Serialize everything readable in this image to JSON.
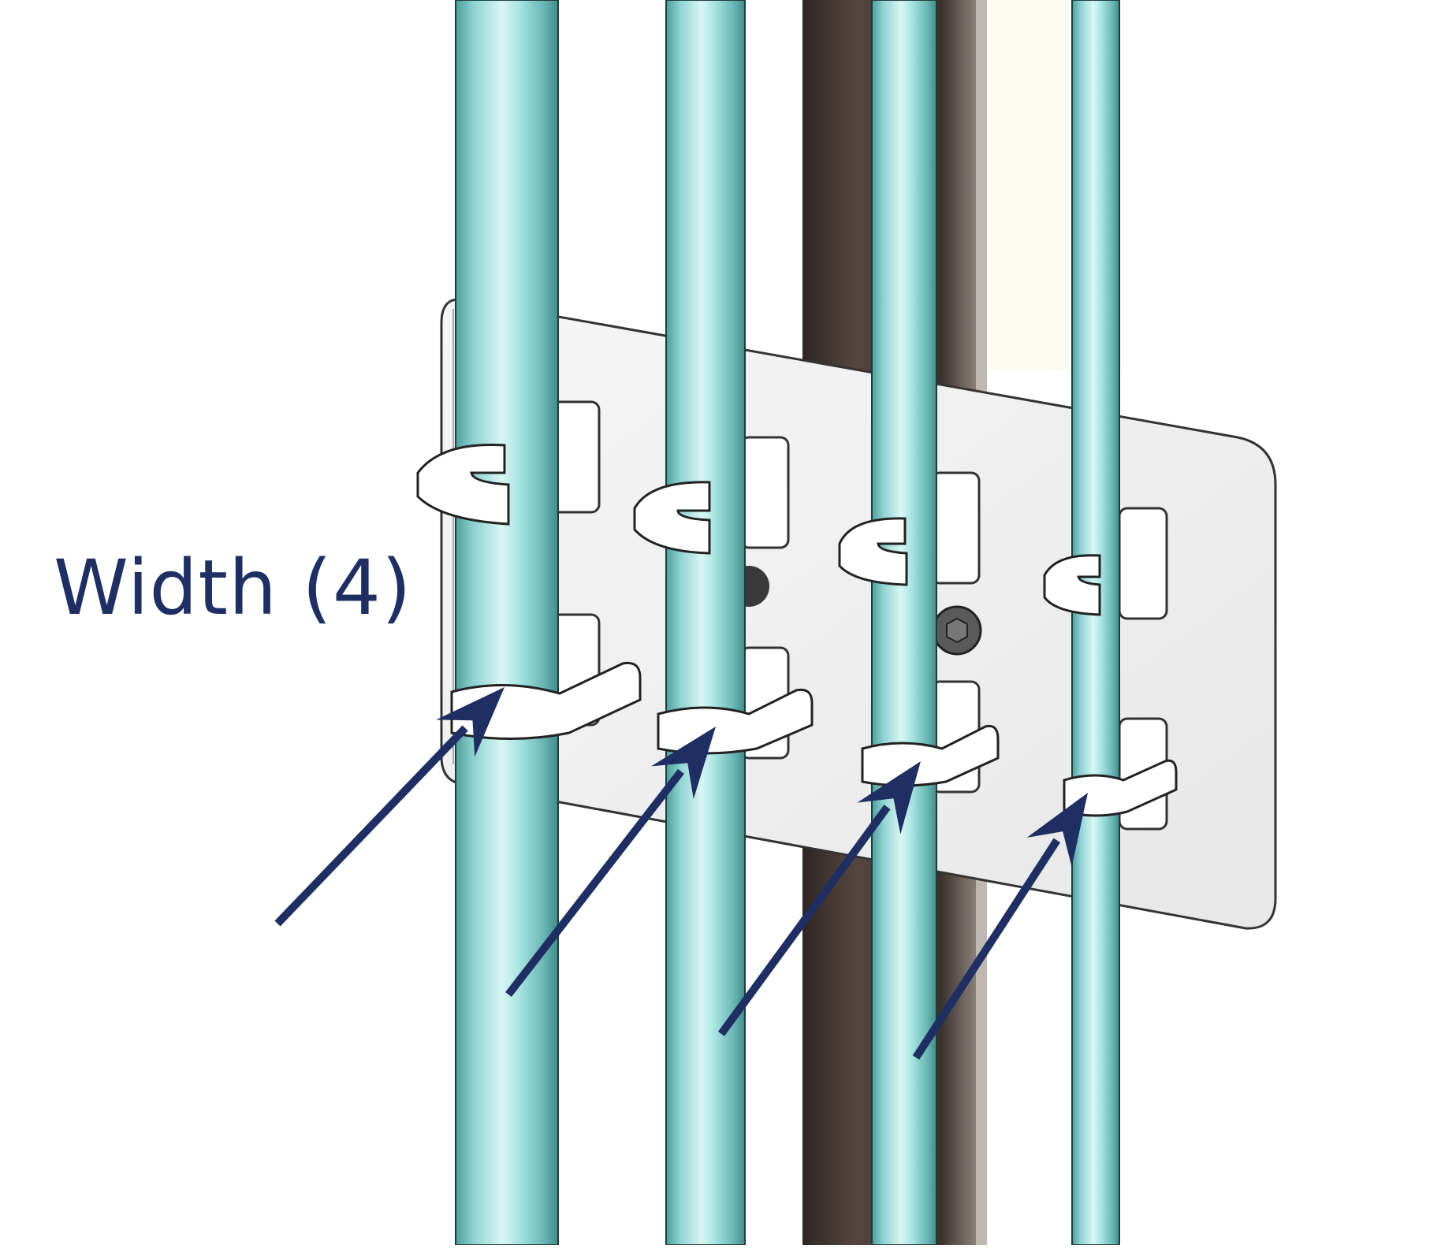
{
  "callout": {
    "text": "Width (4)"
  },
  "colors": {
    "background": "#ffffff",
    "tube": "#8fd3d2",
    "tube_highlight": "#d9f6f4",
    "tube_shadow": "#4f9d9c",
    "plate": "#f2f2f2",
    "plate_edge": "#333333",
    "post": "#4a3f3a",
    "clip": "#ffffff",
    "arrow": "#1f2f63",
    "label": "#1f2f63"
  },
  "icons": {
    "fastener": "hex-socket-screw-icon",
    "arrow": "arrow-up-right-icon"
  },
  "counts": {
    "tubes": 4,
    "clips_per_tube": 2,
    "arrows": 4
  }
}
